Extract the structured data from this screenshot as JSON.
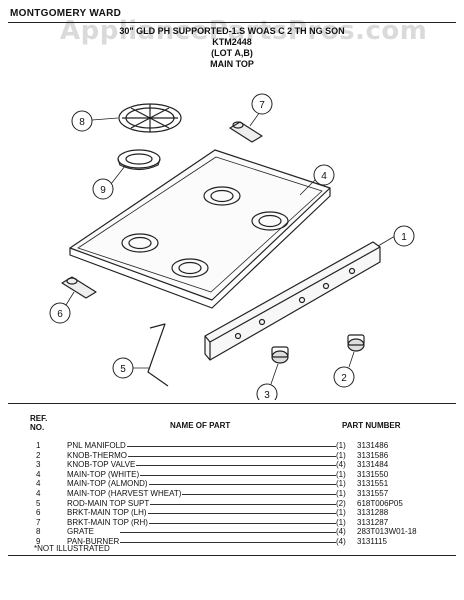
{
  "header": {
    "brand": "MONTGOMERY WARD",
    "watermark": "AppliancePartsPros.com",
    "line1": "30\" GLD PH SUPPORTED-1.S WOAS C 2 TH NG SON",
    "model": "KTM2448",
    "lot": "(LOT A,B)",
    "section": "MAIN TOP"
  },
  "callouts": [
    "1",
    "2",
    "3",
    "4",
    "5",
    "6",
    "7",
    "8",
    "9"
  ],
  "table": {
    "ref_header": "REF.\nNO.",
    "ref_header_line1": "REF.",
    "ref_header_line2": "NO.",
    "name_header": "NAME OF PART",
    "part_header": "PART NUMBER",
    "rows": [
      {
        "ref": "1",
        "name": "PNL MANIFOLD",
        "qty": "(1)",
        "part": "3131486"
      },
      {
        "ref": "2",
        "name": "KNOB-THERMO",
        "qty": "(1)",
        "part": "3131586"
      },
      {
        "ref": "3",
        "name": "KNOB-TOP VALVE",
        "qty": "(4)",
        "part": "3131484"
      },
      {
        "ref": "4",
        "name": "MAIN-TOP (WHITE)",
        "qty": "(1)",
        "part": "3131550"
      },
      {
        "ref": "4",
        "name": "MAIN-TOP (ALMOND)",
        "qty": "(1)",
        "part": "3131551"
      },
      {
        "ref": "4",
        "name": "MAIN-TOP (HARVEST WHEAT)",
        "qty": "(1)",
        "part": "3131557"
      },
      {
        "ref": "5",
        "name": "ROD-MAIN TOP SUPT",
        "qty": "(2)",
        "part": "618T006P05"
      },
      {
        "ref": "6",
        "name": "BRKT-MAIN TOP (LH)",
        "qty": "(1)",
        "part": "3131288"
      },
      {
        "ref": "7",
        "name": "BRKT-MAIN TOP (RH)",
        "qty": "(1)",
        "part": "3131287"
      },
      {
        "ref": "8",
        "name": "GRATE",
        "qty": "(4)",
        "part": "283T013W01-18"
      },
      {
        "ref": "9",
        "name": "PAN-BURNER",
        "qty": "(4)",
        "part": "3131115"
      }
    ],
    "note": "*NOT ILLUSTRATED"
  }
}
